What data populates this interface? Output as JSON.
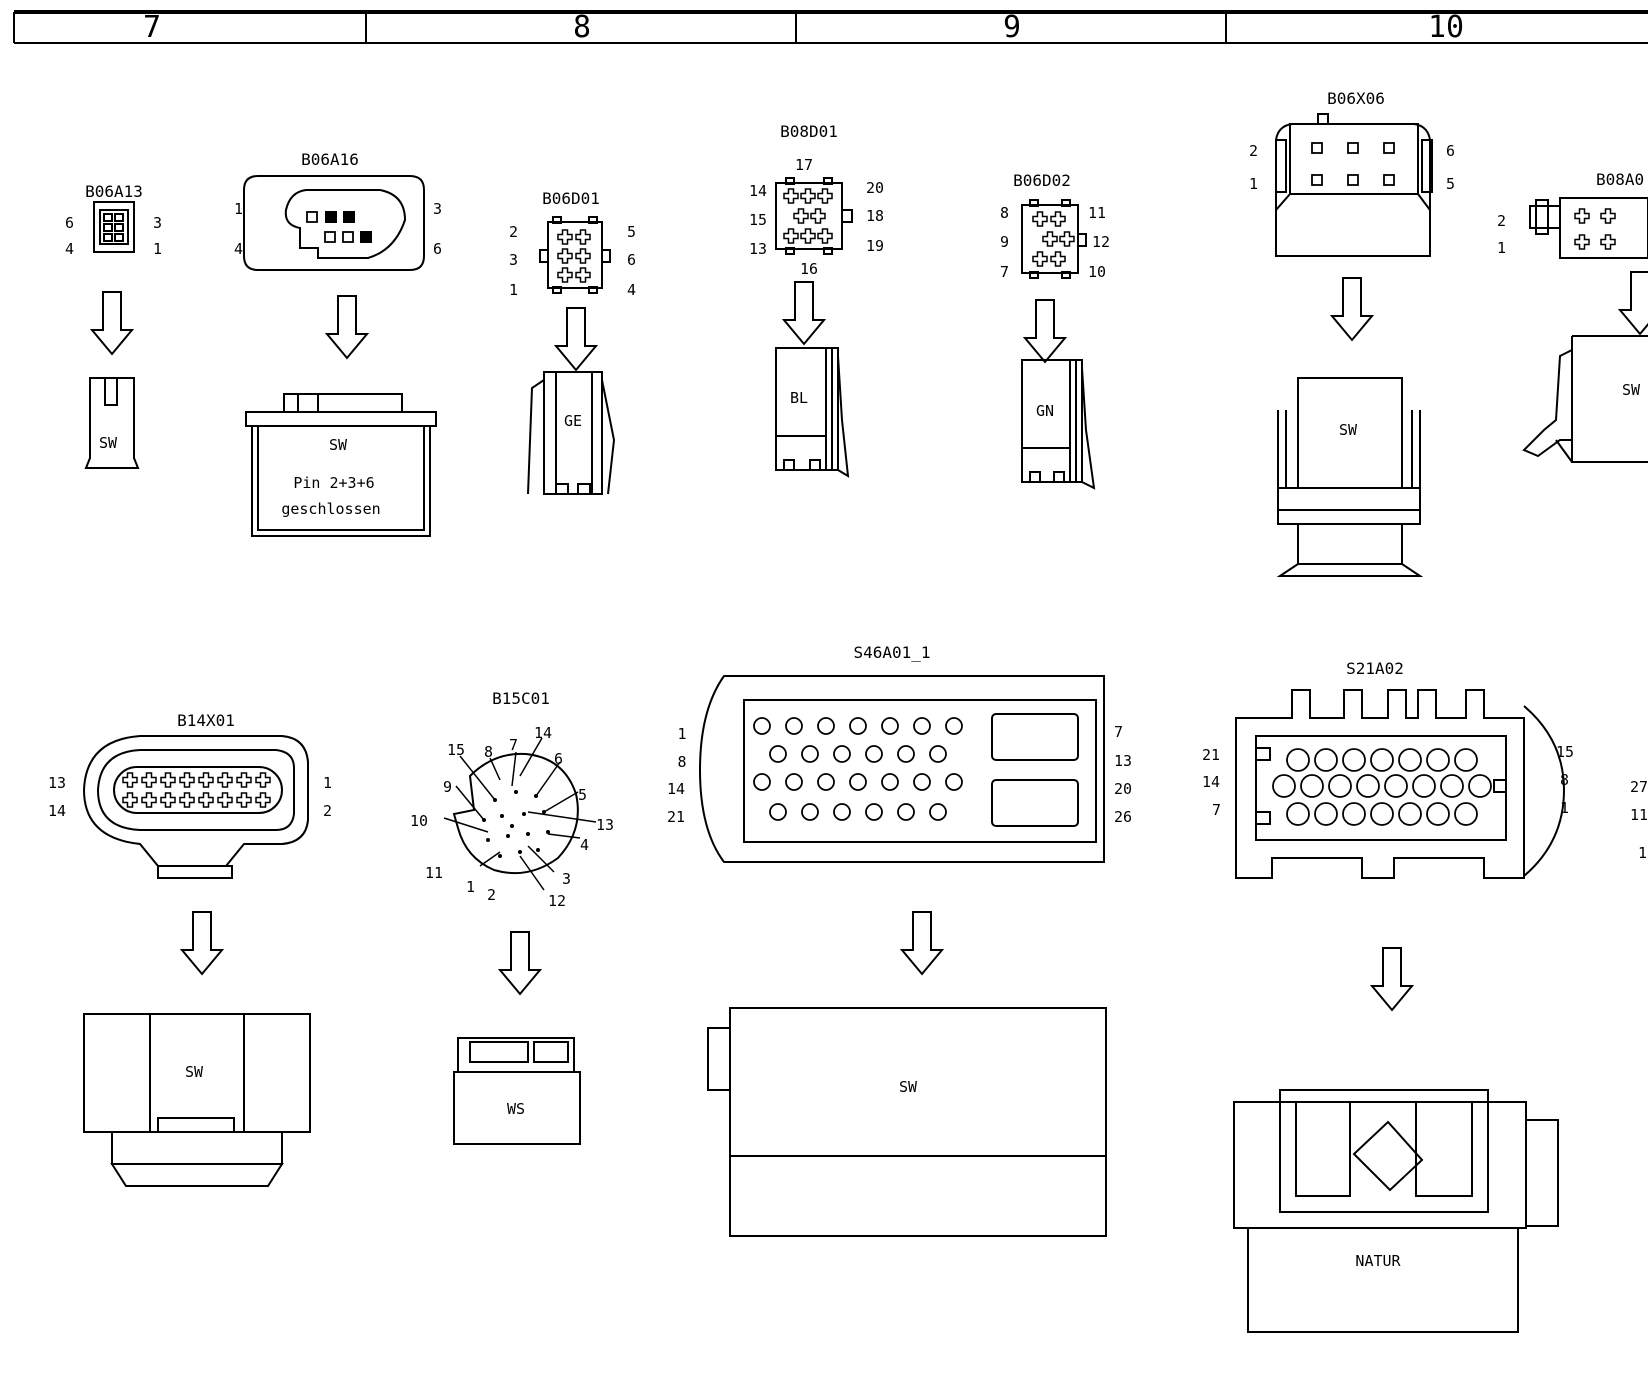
{
  "header": {
    "columns": [
      "7",
      "8",
      "9",
      "10"
    ]
  },
  "connectors": {
    "b06a13": {
      "code": "B06A13",
      "pins": [
        "6",
        "4",
        "3",
        "1"
      ],
      "color": "SW"
    },
    "b06a16": {
      "code": "B06A16",
      "pins": [
        "1",
        "4",
        "3",
        "6"
      ],
      "color": "SW",
      "note_line1": "Pin 2+3+6",
      "note_line2": "geschlossen"
    },
    "b06d01": {
      "code": "B06D01",
      "pins": [
        "2",
        "3",
        "1",
        "5",
        "6",
        "4"
      ],
      "color": "GE"
    },
    "b08d01": {
      "code": "B08D01",
      "pins": [
        "17",
        "14",
        "15",
        "13",
        "20",
        "18",
        "19",
        "16"
      ],
      "color": "BL"
    },
    "b06d02": {
      "code": "B06D02",
      "pins": [
        "8",
        "9",
        "7",
        "11",
        "12",
        "10"
      ],
      "color": "GN"
    },
    "b06x06": {
      "code": "B06X06",
      "pins": [
        "2",
        "1",
        "6",
        "5"
      ],
      "color": "SW"
    },
    "b08a0": {
      "code": "B08A0",
      "pins": [
        "2",
        "1"
      ],
      "color": "SW"
    },
    "b14x01": {
      "code": "B14X01",
      "pins": [
        "13",
        "14",
        "1",
        "2"
      ],
      "color": "SW"
    },
    "b15c01": {
      "code": "B15C01",
      "pins": [
        "15",
        "8",
        "7",
        "14",
        "6",
        "9",
        "5",
        "10",
        "13",
        "4",
        "11",
        "1",
        "2",
        "3",
        "12"
      ],
      "color": "WS"
    },
    "s46a01": {
      "code": "S46A01_1",
      "pins": [
        "1",
        "8",
        "14",
        "21",
        "7",
        "13",
        "20",
        "26"
      ],
      "color": "SW"
    },
    "s21a02": {
      "code": "S21A02",
      "pins": [
        "21",
        "14",
        "7",
        "15",
        "8",
        "1"
      ],
      "color": "NATUR"
    },
    "edge": {
      "pins": [
        "27",
        "11",
        "1"
      ]
    }
  }
}
